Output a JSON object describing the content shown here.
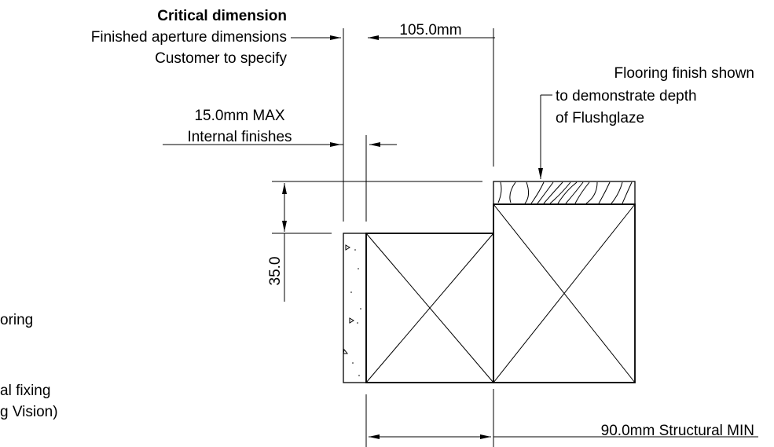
{
  "annotations": {
    "critical_title": "Critical dimension",
    "critical_line1": "Finished aperture dimensions",
    "critical_line2": "Customer to specify",
    "aperture_dim": "105.0mm",
    "internal_max": "15.0mm MAX",
    "internal_finishes": "Internal finishes",
    "flooring_line1": "Flooring finish shown",
    "flooring_line2": "to demonstrate depth",
    "flooring_line3": "of Flushglaze",
    "depth_dim": "35.0",
    "structural_dim": "90.0mm Structural MIN",
    "left_cut1": "oring",
    "left_cut2": "al fixing",
    "left_cut3": "g Vision)"
  },
  "colors": {
    "ink": "#000000",
    "background": "#ffffff"
  }
}
